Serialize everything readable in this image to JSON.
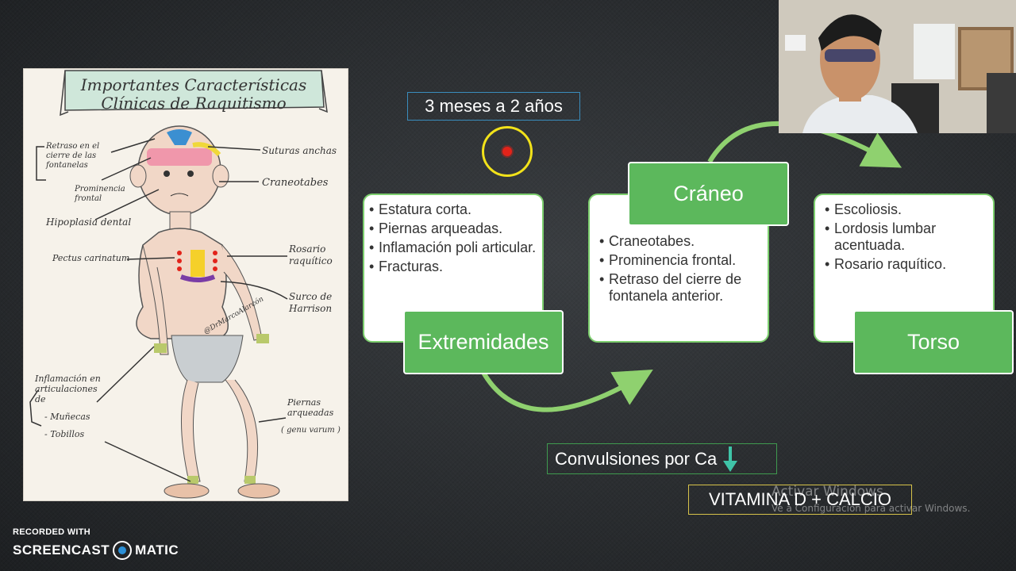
{
  "illustration": {
    "title_line1": "Importantes Características",
    "title_line2": "Clínicas de Raquitismo",
    "labels": {
      "retraso": "Retraso en el cierre de las fontanelas",
      "prominencia": "Prominencia frontal",
      "hipoplasia": "Hipoplasia dental",
      "pectus": "Pectus carinatum",
      "suturas": "Suturas anchas",
      "craneotabes": "Craneotabes",
      "rosario": "Rosario raquítico",
      "surco": "Surco de Harrison",
      "inflamacion": "Inflamación en articulaciones de",
      "munecas": "- Muñecas",
      "tobillos": "- Tobillos",
      "piernas": "Piernas arqueadas",
      "genu": "( genu varum )",
      "signature": "@DrMarcoAlarcón"
    }
  },
  "age_range": "3 meses a 2 años",
  "cards": {
    "extremidades": {
      "label": "Extremidades",
      "items": [
        "Estatura corta.",
        "Piernas arqueadas.",
        "Inflamación poli articular.",
        "Fracturas."
      ]
    },
    "craneo": {
      "label": "Cráneo",
      "items": [
        "Craneotabes.",
        "Prominencia frontal.",
        "Retraso del cierre de fontanela anterior."
      ]
    },
    "torso": {
      "label": "Torso",
      "items": [
        "Escoliosis.",
        "Lordosis lumbar acentuada.",
        "Rosario raquítico."
      ]
    }
  },
  "convulsiones": "Convulsiones por Ca",
  "vitamina": "VITAMINA D + CALCIO",
  "watermark": {
    "line1": "Activar Windows",
    "line2": "Ve a Configuración para activar Windows."
  },
  "recorder": {
    "small": "RECORDED WITH",
    "brand_left": "SCREENCAST",
    "brand_right": "MATIC"
  },
  "colors": {
    "accent_green": "#5cb85c",
    "card_border": "#7dcf6e",
    "highlight_yellow": "#f2e21a",
    "cursor_red": "#e2231a"
  }
}
